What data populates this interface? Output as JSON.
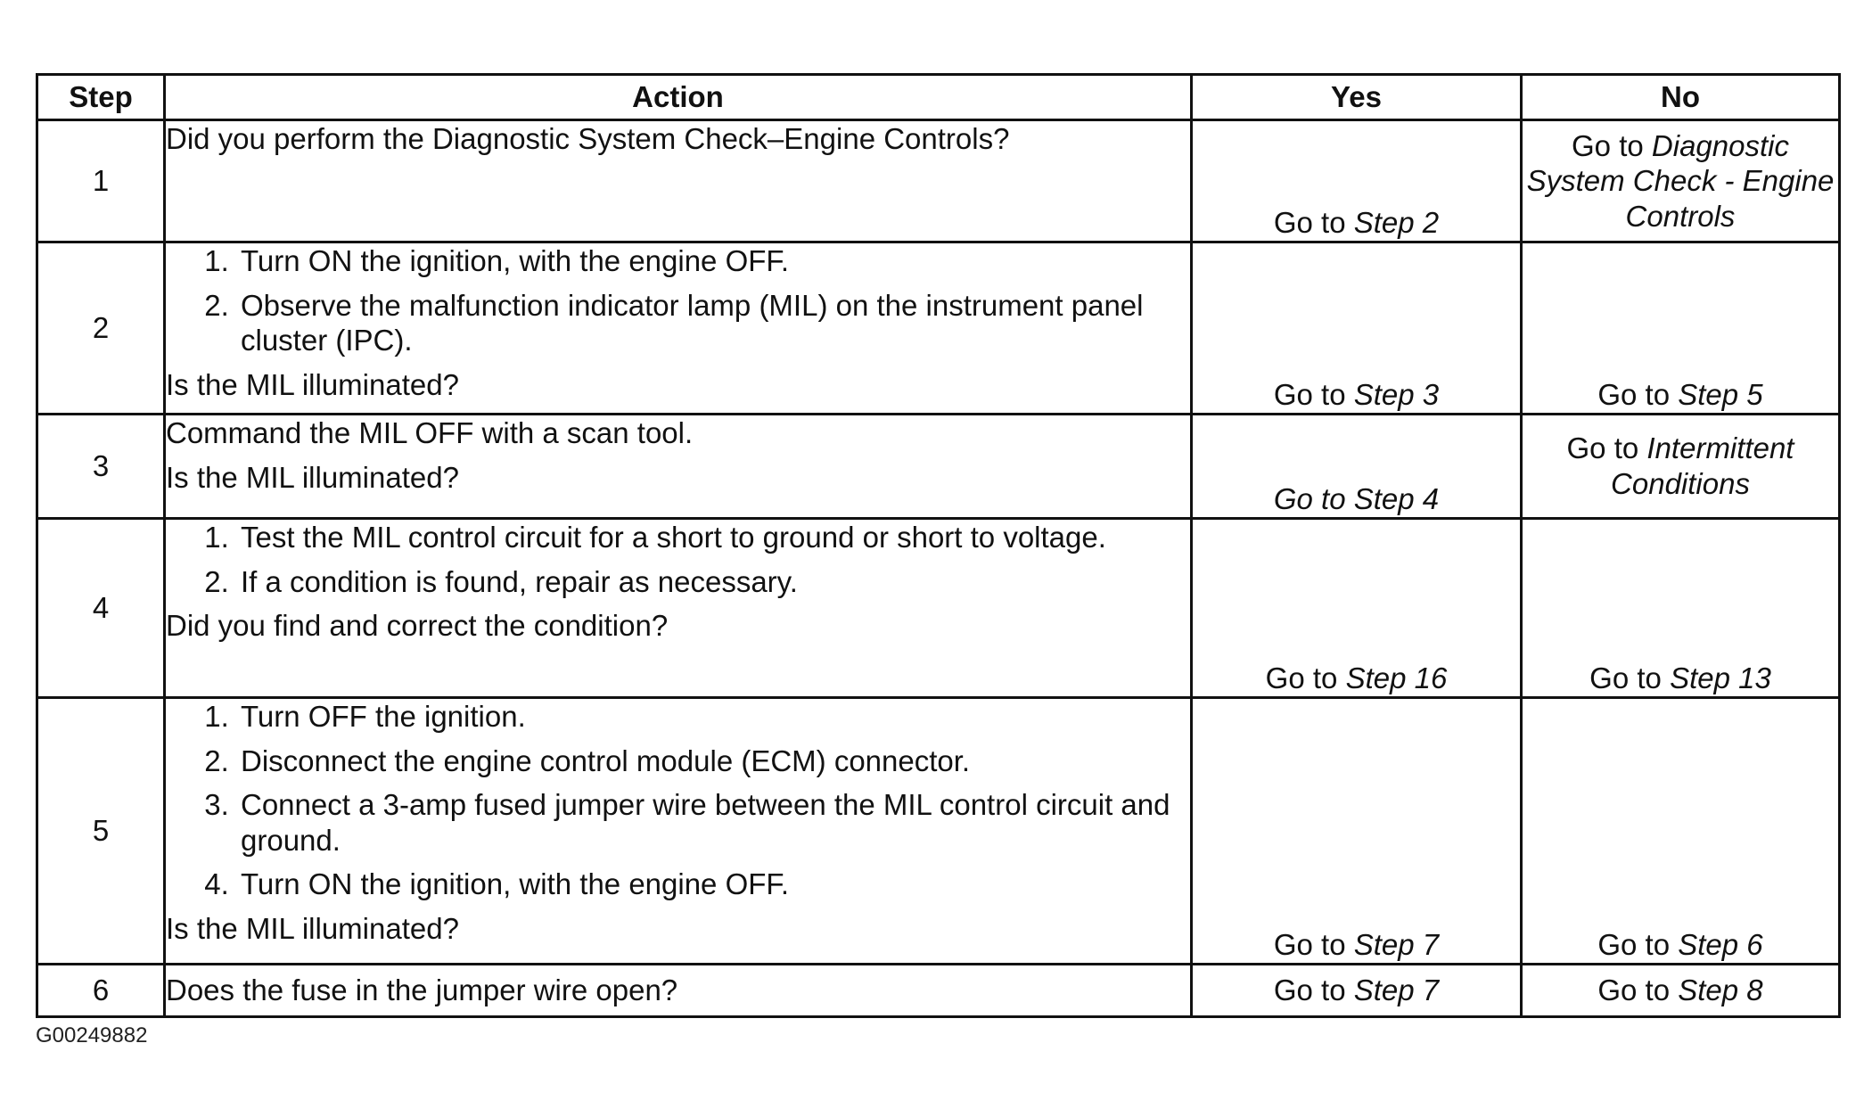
{
  "table": {
    "headers": {
      "step": "Step",
      "action": "Action",
      "yes": "Yes",
      "no": "No"
    },
    "rows": [
      {
        "step": "1",
        "action": {
          "intro": "Did you perform the Diagnostic System Check–Engine Controls?",
          "items": [],
          "question": ""
        },
        "yes": {
          "prefix": "Go to ",
          "target": "Step 2"
        },
        "no": {
          "prefix": "Go to ",
          "target": "Diagnostic System Check - Engine Controls"
        }
      },
      {
        "step": "2",
        "action": {
          "intro": "",
          "items": [
            "Turn ON the ignition, with the engine OFF.",
            "Observe the malfunction indicator lamp (MIL) on the instrument panel cluster (IPC)."
          ],
          "question": "Is the MIL illuminated?"
        },
        "yes": {
          "prefix": "Go to ",
          "target": "Step 3"
        },
        "no": {
          "prefix": "Go to ",
          "target": "Step 5"
        }
      },
      {
        "step": "3",
        "action": {
          "intro": "Command the MIL OFF with a scan tool.",
          "items": [],
          "question": "Is the MIL illuminated?"
        },
        "yes": {
          "prefix": "",
          "target": "Go to Step 4"
        },
        "no": {
          "prefix": "Go to ",
          "target": "Intermittent Conditions"
        }
      },
      {
        "step": "4",
        "action": {
          "intro": "",
          "items": [
            "Test the MIL control circuit for a short to ground or short to voltage.",
            "If a condition is found, repair as necessary."
          ],
          "question": "Did you find and correct the condition?"
        },
        "yes": {
          "prefix": "Go to ",
          "target": "Step 16"
        },
        "no": {
          "prefix": "Go to ",
          "target": "Step 13"
        }
      },
      {
        "step": "5",
        "action": {
          "intro": "",
          "items": [
            "Turn OFF the ignition.",
            "Disconnect the engine control module (ECM) connector.",
            "Connect a 3-amp fused jumper wire between the MIL control circuit and ground.",
            "Turn ON the ignition, with the engine OFF."
          ],
          "question": "Is the MIL illuminated?"
        },
        "yes": {
          "prefix": "Go to ",
          "target": "Step 7"
        },
        "no": {
          "prefix": "Go to ",
          "target": "Step 6"
        }
      },
      {
        "step": "6",
        "action": {
          "intro": "Does the fuse in the jumper wire open?",
          "items": [],
          "question": ""
        },
        "yes": {
          "prefix": "Go to ",
          "target": "Step 7"
        },
        "no": {
          "prefix": "Go to ",
          "target": "Step 8"
        }
      }
    ]
  },
  "figure_id": "G00249882"
}
